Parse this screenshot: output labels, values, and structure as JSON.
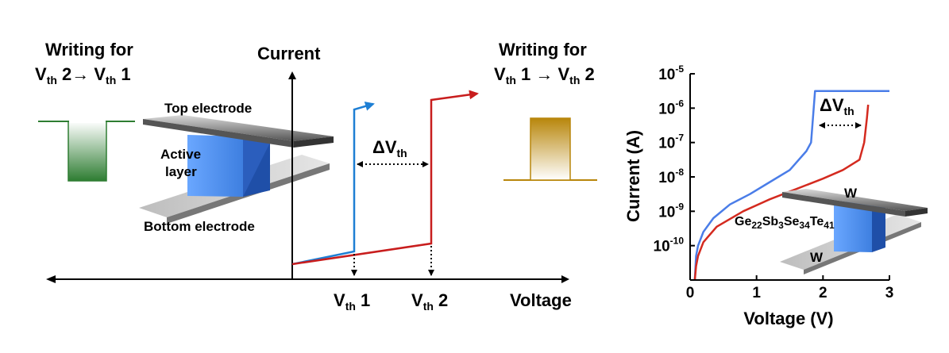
{
  "left_panel": {
    "left_label": {
      "line1": "Writing for",
      "line2_pre": "V",
      "line2_sub": "th",
      "line2_mid": " 2→ V",
      "line2_sub2": "th",
      "line2_end": " 1"
    },
    "right_label": {
      "line1": "Writing for",
      "line2_pre": "V",
      "line2_sub": "th",
      "line2_mid": " 1 → V",
      "line2_sub2": "th",
      "line2_end": " 2"
    },
    "y_axis_label": "Current",
    "x_axis_label": "Voltage",
    "vth1": {
      "pre": "V",
      "sub": "th",
      "post": " 1"
    },
    "vth2": {
      "pre": "V",
      "sub": "th",
      "post": " 2"
    },
    "delta": {
      "pre": "ΔV",
      "sub": "th"
    },
    "device": {
      "top": "Top electrode",
      "active1": "Active",
      "active2": "layer",
      "bottom": "Bottom electrode"
    },
    "colors": {
      "blue": "#1e7fd4",
      "red": "#c81d1d",
      "green": "#2e7d32",
      "gold": "#b8860b"
    }
  },
  "right_panel": {
    "material": {
      "a": "Ge",
      "as": "22",
      "b": "Sb",
      "bs": "3",
      "c": "Se",
      "cs": "34",
      "d": "Te",
      "ds": "41"
    },
    "electrode_top": "W",
    "electrode_bottom": "W",
    "delta": {
      "pre": "ΔV",
      "sub": "th"
    }
  },
  "chart_data": {
    "type": "line",
    "title": "",
    "xlabel": "Voltage (V)",
    "ylabel": "Current (A)",
    "xlim": [
      0,
      3
    ],
    "ylim": [
      -11,
      -5
    ],
    "yscale": "log",
    "x_ticks": [
      "0",
      "1",
      "2",
      "3"
    ],
    "y_ticks": [
      {
        "base": "10",
        "exp": "-10"
      },
      {
        "base": "10",
        "exp": "-9"
      },
      {
        "base": "10",
        "exp": "-8"
      },
      {
        "base": "10",
        "exp": "-7"
      },
      {
        "base": "10",
        "exp": "-6"
      },
      {
        "base": "10",
        "exp": "-5"
      }
    ],
    "series": [
      {
        "name": "Vth 1 (blue)",
        "color": "#4a7de8",
        "x": [
          0.07,
          0.09,
          0.12,
          0.2,
          0.35,
          0.6,
          0.9,
          1.2,
          1.5,
          1.75,
          1.82,
          1.88,
          3.0
        ],
        "log10_y": [
          -11.0,
          -10.3,
          -10.0,
          -9.6,
          -9.2,
          -8.8,
          -8.5,
          -8.15,
          -7.8,
          -7.25,
          -7.0,
          -5.5,
          -5.5
        ]
      },
      {
        "name": "Vth 2 (red)",
        "color": "#d42a1f",
        "x": [
          0.07,
          0.09,
          0.12,
          0.2,
          0.4,
          0.8,
          1.2,
          1.6,
          2.0,
          2.3,
          2.55,
          2.62,
          2.66,
          2.68
        ],
        "log10_y": [
          -11.0,
          -10.6,
          -10.3,
          -9.9,
          -9.45,
          -9.0,
          -8.65,
          -8.35,
          -8.05,
          -7.8,
          -7.5,
          -7.0,
          -6.3,
          -5.9
        ]
      }
    ]
  }
}
